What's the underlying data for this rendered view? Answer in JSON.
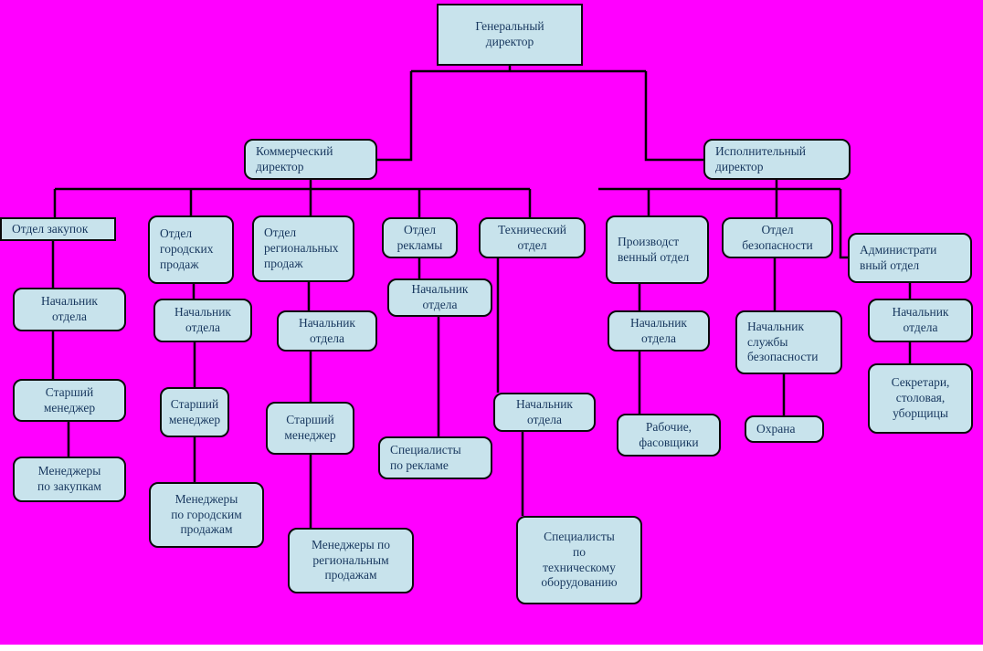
{
  "colors": {
    "background": "#ff00ff",
    "node_fill": "#c8e3ec",
    "node_border": "#0a0a0a",
    "text": "#17375e",
    "connector": "#000000"
  },
  "nodes": {
    "general_director": "Генеральный\nдиректор",
    "commercial_director": "Коммерческий\nдиректор",
    "executive_director": "Исполнительный\nдиректор",
    "purchasing_dept": "Отдел закупок",
    "city_sales_dept": "Отдел\nгородских\nпродаж",
    "regional_sales_dept": "Отдел\nрегиональных\nпродаж",
    "advertising_dept": "Отдел\nрекламы",
    "technical_dept": "Технический\nотдел",
    "production_dept": "Производст\nвенный отдел",
    "security_dept": "Отдел\nбезопасности",
    "admin_dept": "Администрати\nвный отдел",
    "purchasing_head": "Начальник\nотдела",
    "city_sales_head": "Начальник\nотдела",
    "regional_sales_head": "Начальник\nотдела",
    "advertising_head": "Начальник\nотдела",
    "technical_head": "Начальник\nотдела",
    "production_head": "Начальник\nотдела",
    "security_head": "Начальник\nслужбы\nбезопасности",
    "admin_head": "Начальник\nотдела",
    "purchasing_senior_manager": "Старший\nменеджер",
    "purchasing_managers": "Менеджеры\nпо закупкам",
    "city_senior_manager": "Старший\nменеджер",
    "city_managers": "Менеджеры\nпо городским\nпродажам",
    "regional_senior_manager": "Старший\nменеджер",
    "regional_managers": "Менеджеры по\nрегиональным\nпродажам",
    "advertising_specialists": "Специалисты\nпо рекламе",
    "technical_specialists": "Специалисты\nпо\nтехническому\nоборудованию",
    "production_workers": "Рабочие,\nфасовщики",
    "security_guards": "Охрана",
    "admin_staff": "Секретари,\nстоловая,\nуборщицы"
  }
}
